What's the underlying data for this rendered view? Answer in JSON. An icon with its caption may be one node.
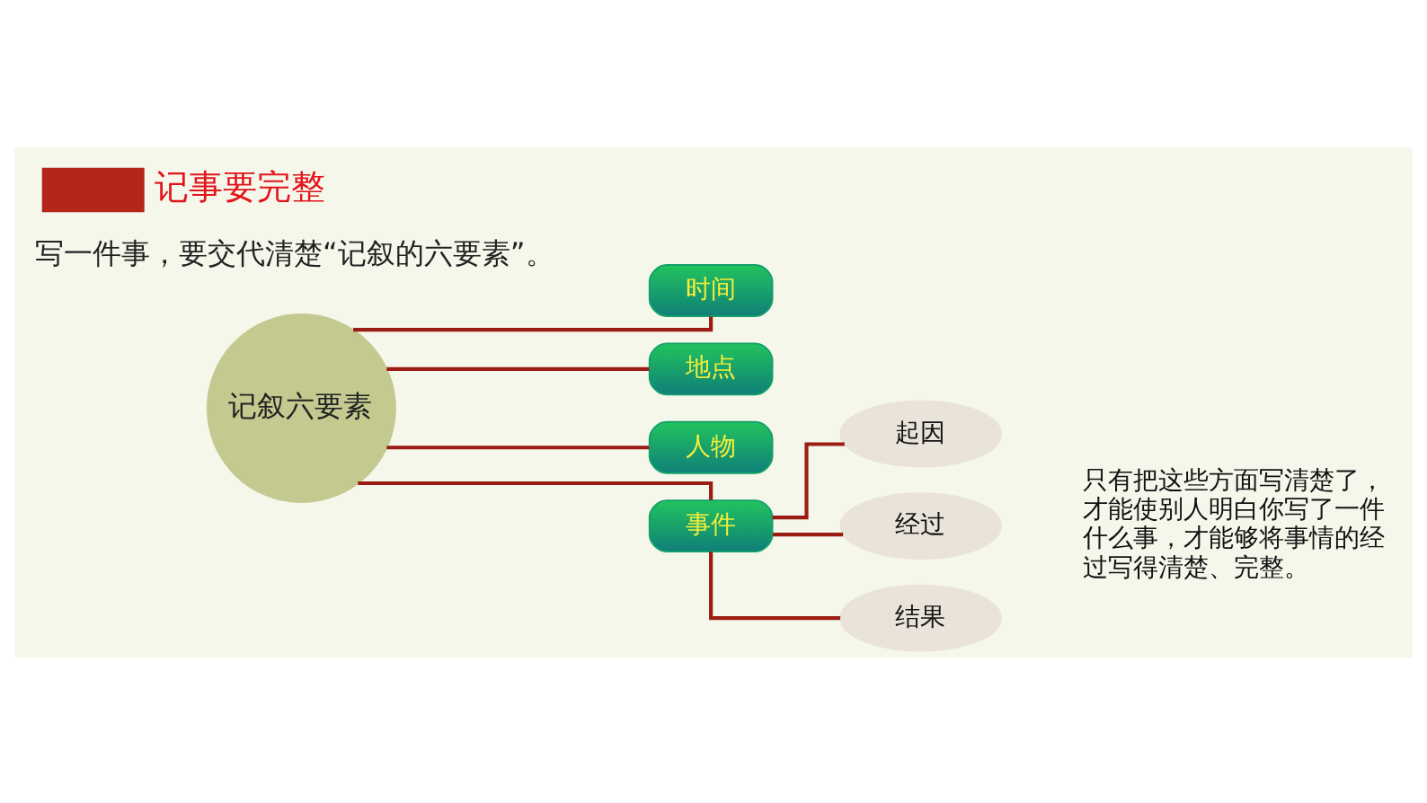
{
  "diagram": {
    "title": "记事要完整",
    "nodes": [
      {
        "text": [
          "记叙六要素"
        ]
      },
      {
        "text": [
          "时间"
        ]
      },
      {
        "text": [
          "地点"
        ]
      },
      {
        "text": [
          "人物"
        ]
      },
      {
        "text": [
          "事件"
        ]
      },
      {
        "text": [
          "起因"
        ]
      },
      {
        "text": [
          "经过"
        ]
      },
      {
        "text": [
          "结果"
        ]
      }
    ],
    "edges": [
      {
        "from": 0,
        "to": 1,
        "arrow": "none"
      },
      {
        "from": 0,
        "to": 2,
        "arrow": "none"
      },
      {
        "from": 0,
        "to": 3,
        "arrow": "none"
      },
      {
        "from": 0,
        "to": 4,
        "arrow": "none"
      },
      {
        "from": 4,
        "to": 5,
        "arrow": "none"
      },
      {
        "from": 4,
        "to": 6,
        "arrow": "none"
      },
      {
        "from": 4,
        "to": 7,
        "arrow": "none"
      }
    ],
    "labels": [
      "写一件事，要交代清楚“记叙的六要素”。",
      "只有把这些方面写清楚了，才能使别人明白你写了一件什么事，才能够将事情的经过写得清楚、完整。"
    ]
  }
}
